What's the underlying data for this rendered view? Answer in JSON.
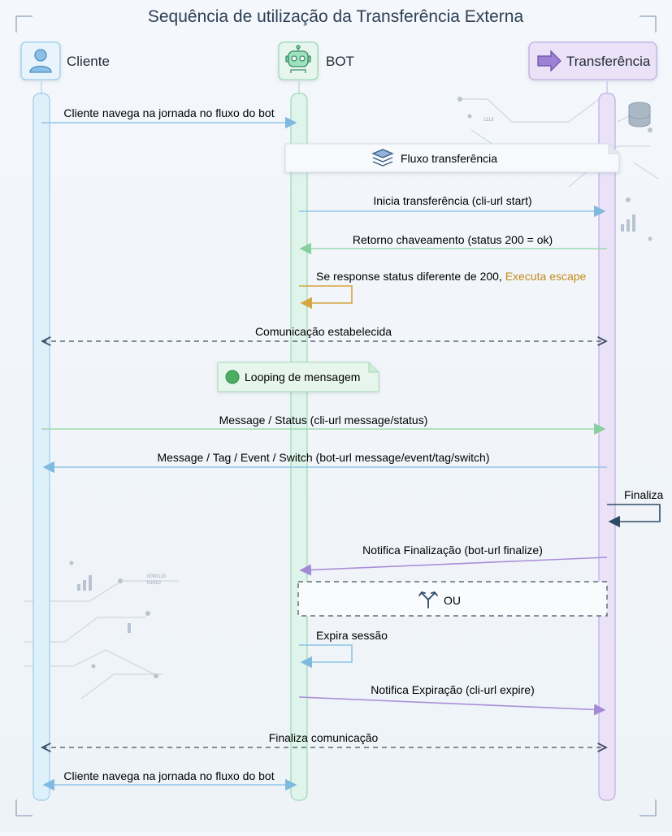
{
  "title": "Sequência de utilização da Transferência Externa",
  "participants": {
    "cliente": {
      "label": "Cliente",
      "icon": "user-icon"
    },
    "bot": {
      "label": "BOT",
      "icon": "robot-icon"
    },
    "transferencia": {
      "label": "Transferência",
      "icon": "arrow-right-icon"
    }
  },
  "notes": {
    "fluxo": "Fluxo transferência",
    "looping": "Looping de mensagem",
    "ou": "OU"
  },
  "messages": {
    "m1": "Cliente navega na jornada no fluxo do bot",
    "m2": "Inicia transferência (cli-url start)",
    "m3": "Retorno chaveamento (status 200 = ok)",
    "m4a": "Se response status diferente de 200, ",
    "m4b": "Executa escape",
    "m5": "Comunicação estabelecida",
    "m6": "Message / Status (cli-url message/status)",
    "m7": "Message / Tag / Event / Switch (bot-url message/event/tag/switch)",
    "m8": "Finaliza",
    "m9": "Notifica Finalização (bot-url finalize)",
    "m10": "Expira sessão",
    "m11": "Notifica Expiração (cli-url expire)",
    "m12": "Finaliza comunicação",
    "m13": "Cliente navega na jornada no fluxo do bot"
  },
  "decor": {
    "code1": "1113",
    "code2": "0000120",
    "code3": "01010"
  },
  "colors": {
    "blue": "#8ec5e8",
    "green": "#9ed9b0",
    "purple": "#a98fd8",
    "orange": "#d6a440",
    "navy": "#2d4b66",
    "dash": "#3d4f63"
  }
}
